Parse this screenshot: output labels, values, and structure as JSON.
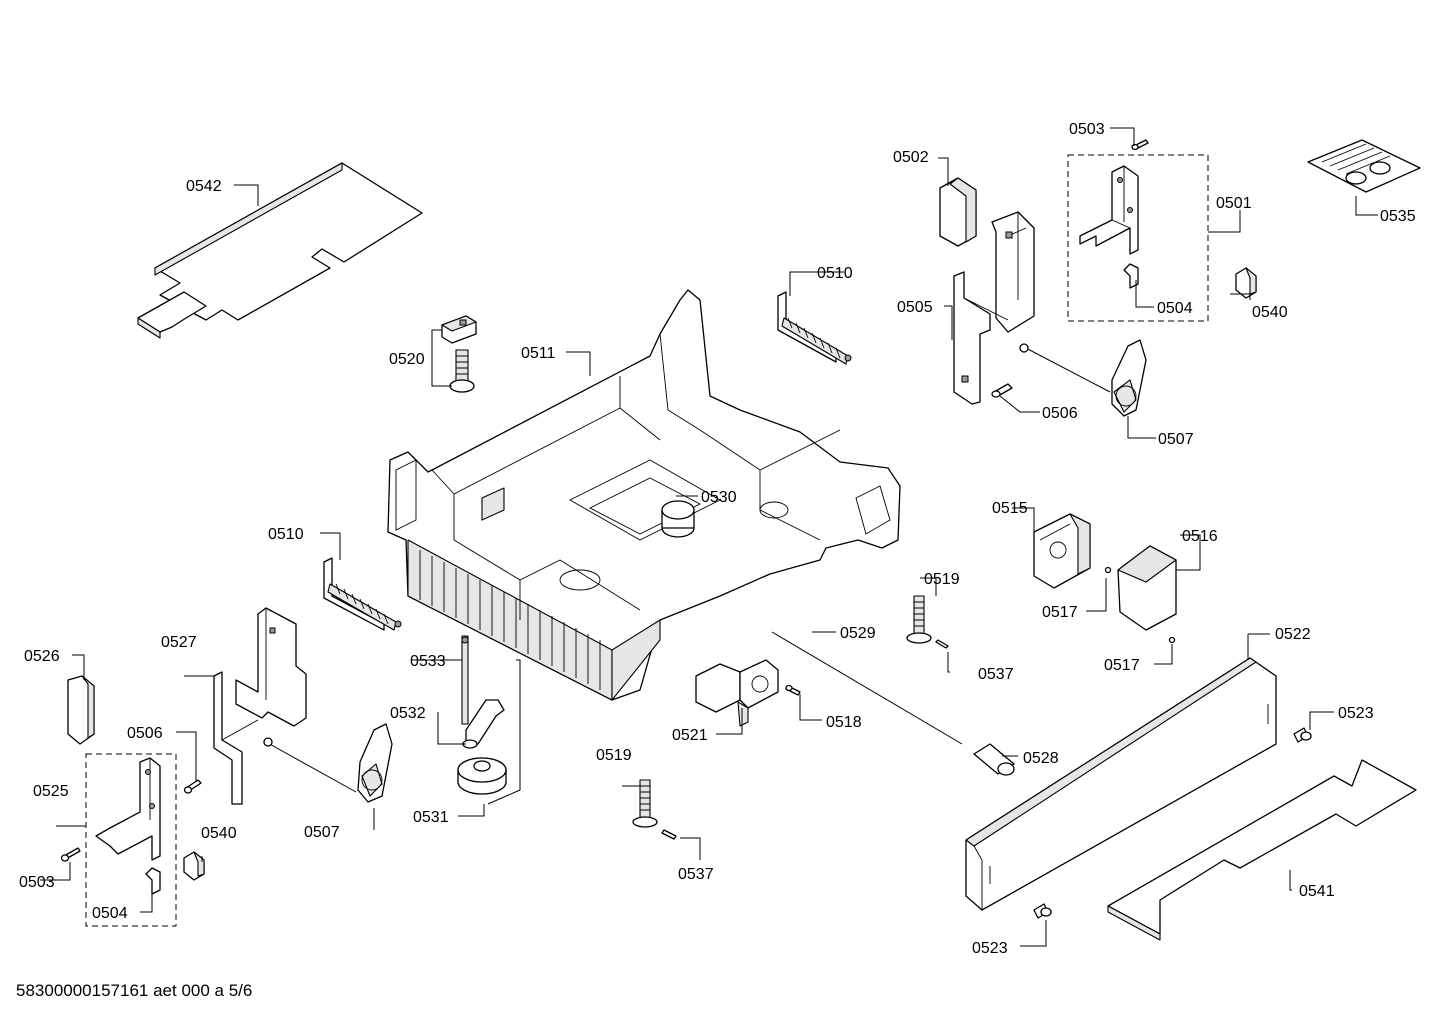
{
  "document_id": "58300000157161 aet 000 a 5/6",
  "parts": {
    "p0501": "0501",
    "p0502": "0502",
    "p0503": "0503",
    "p0504": "0504",
    "p0505": "0505",
    "p0506": "0506",
    "p0507": "0507",
    "p0510": "0510",
    "p0511": "0511",
    "p0515": "0515",
    "p0516": "0516",
    "p0517": "0517",
    "p0518": "0518",
    "p0519": "0519",
    "p0520": "0520",
    "p0521": "0521",
    "p0522": "0522",
    "p0523": "0523",
    "p0525": "0525",
    "p0526": "0526",
    "p0527": "0527",
    "p0528": "0528",
    "p0529": "0529",
    "p0530": "0530",
    "p0531": "0531",
    "p0532": "0532",
    "p0533": "0533",
    "p0535": "0535",
    "p0537": "0537",
    "p0540": "0540",
    "p0541": "0541",
    "p0542": "0542"
  }
}
